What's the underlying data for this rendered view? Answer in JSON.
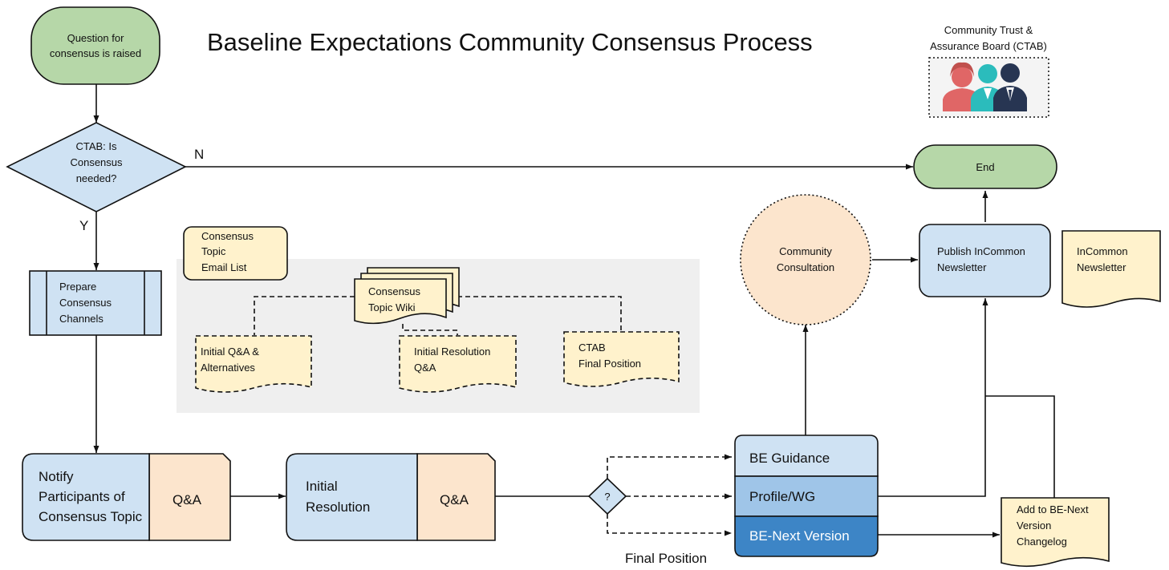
{
  "title": "Baseline Expectations Community Consensus Process",
  "nodes": {
    "start": [
      "Question for",
      "consensus is raised"
    ],
    "decision": [
      "CTAB: Is",
      "Consensus",
      "needed?"
    ],
    "end": "End",
    "prepare": [
      "Prepare",
      "Consensus",
      "Channels"
    ],
    "email_list": [
      "Consensus",
      "Topic",
      "Email List"
    ],
    "wiki": [
      "Consensus",
      "Topic Wiki"
    ],
    "initial_qa": [
      "Initial Q&A &",
      "Alternatives"
    ],
    "initial_res_qa": [
      "Initial Resolution",
      "Q&A"
    ],
    "ctab_final": [
      "CTAB",
      "Final Position"
    ],
    "notify": [
      "Notify",
      "Participants of",
      "Consensus Topic"
    ],
    "notify_qa": "Q&A",
    "initial_resolution": [
      "Initial",
      "Resolution"
    ],
    "resolution_qa": "Q&A",
    "question_mark": "?",
    "be_guidance": "BE Guidance",
    "profile_wg": "Profile/WG",
    "be_next": "BE-Next Version",
    "consultation": [
      "Community",
      "Consultation"
    ],
    "publish": [
      "Publish InCommon",
      "Newsletter"
    ],
    "newsletter_doc": [
      "InCommon",
      "Newsletter"
    ],
    "changelog": [
      "Add to BE-Next",
      "Version",
      "Changelog"
    ],
    "ctab_board": [
      "Community Trust &",
      "Assurance Board (CTAB)"
    ]
  },
  "edge_labels": {
    "no": "N",
    "yes": "Y",
    "final_position": "Final Position"
  },
  "colors": {
    "green": "#b6d7a8",
    "blue": "#cfe2f3",
    "mid_blue": "#9fc5e8",
    "dark_blue": "#3d85c6",
    "yellow": "#fff2cc",
    "peach": "#fce5cd",
    "grey_bg": "#efefef",
    "person_red": "#e06666",
    "person_teal": "#2bbcbc",
    "person_navy": "#273552"
  },
  "icons": [
    "ctab-people-icon"
  ]
}
